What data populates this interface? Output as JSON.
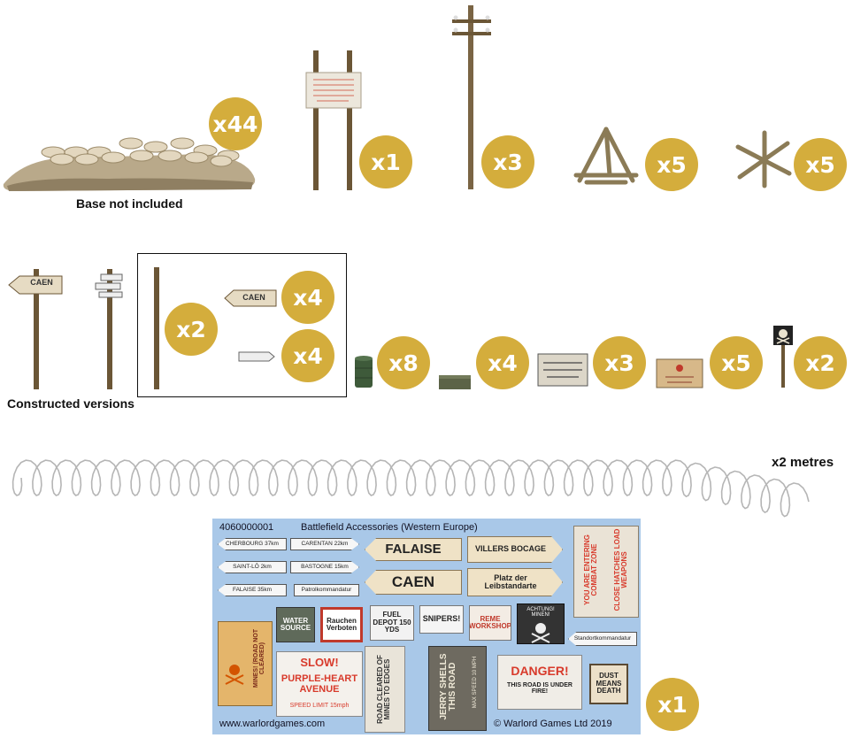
{
  "row1": {
    "caption_base": "Base not included",
    "badges": [
      "x44",
      "x1",
      "x3",
      "x5",
      "x5"
    ]
  },
  "row2": {
    "caption_constructed": "Constructed versions",
    "sign_caen": "CAEN",
    "badges": [
      "x2",
      "x4",
      "x4",
      "x8",
      "x4",
      "x3",
      "x5",
      "x2"
    ]
  },
  "row3": {
    "wire_label": "x2 metres"
  },
  "sheet": {
    "code": "4060000001",
    "title": "Battlefield Accessories (Western Europe)",
    "website": "www.warlordgames.com",
    "copyright": "© Warlord Games Ltd 2019",
    "badge": "x1",
    "small_signs": [
      "CHERBOURG 37km",
      "CARENTAN 22km",
      "SAINT-LÔ 2km",
      "BASTOGNE 15km",
      "FALAISE 35km",
      "Patrolkommandatur"
    ],
    "big_signs": {
      "falaise": "FALAISE",
      "villers": "VILLERS BOCAGE",
      "caen": "CAEN",
      "platz": "Platz der Leibstandarte"
    },
    "vertical_red": [
      "YOU ARE ENTERING COMBAT ZONE",
      "CLOSE HATCHES LOAD WEAPONS"
    ],
    "mid_row": {
      "water": "WATER SOURCE",
      "rauchen": "Rauchen Verboten",
      "fuel": "FUEL DEPOT 150 YDS",
      "snipers": "SNIPERS!",
      "reme": "REME WORKSHOP",
      "achtung": "ACHTUNG! MINEN!",
      "standort": "Standortkommandatur"
    },
    "bottom_row": {
      "mines": "MINES! (ROAD NOT CLEARED)",
      "slow": "SLOW!",
      "purple": "PURPLE-HEART AVENUE",
      "speed": "SPEED LIMIT 15mph",
      "road_cleared": "ROAD CLEARED OF MINES TO EDGES",
      "jerry": "JERRY SHELLS THIS ROAD",
      "max_speed": "MAX SPEED 10 MPH",
      "danger": "DANGER!",
      "under_fire": "THIS ROAD IS UNDER FIRE!",
      "dust": "DUST MEANS DEATH"
    }
  }
}
